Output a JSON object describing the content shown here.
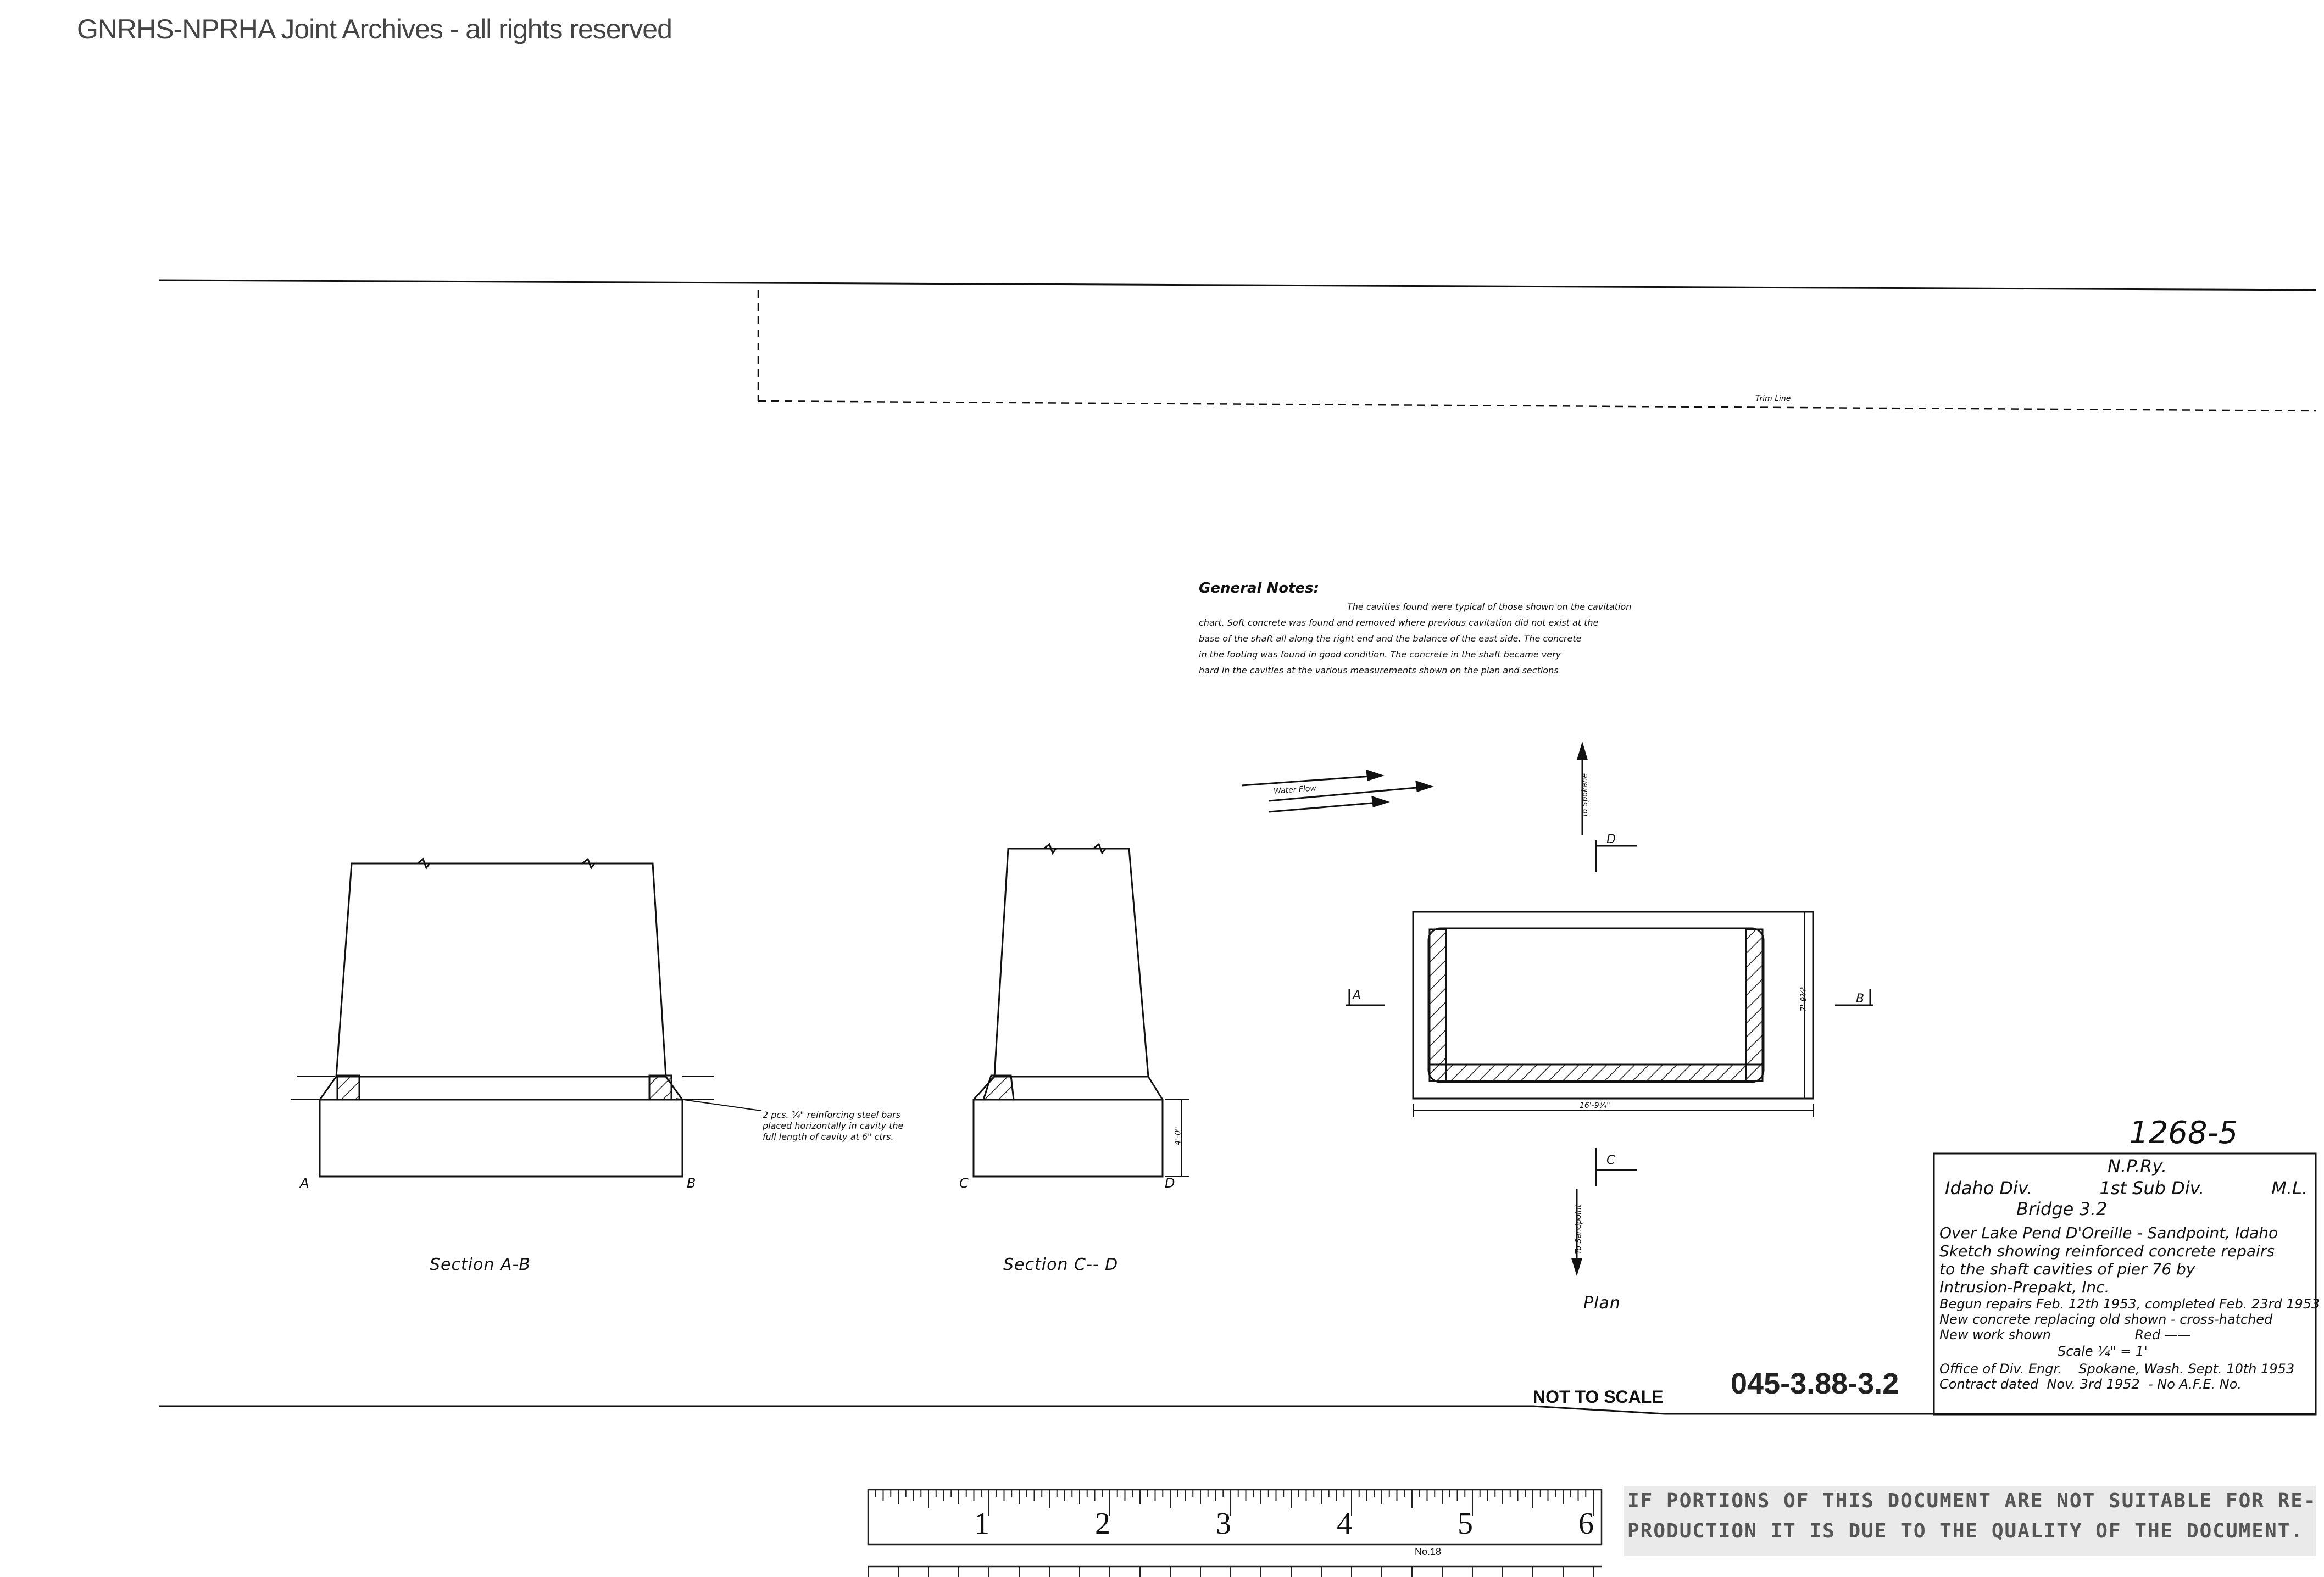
{
  "header": {
    "archive_notice": "GNRHS-NPRHA Joint Archives - all rights reserved"
  },
  "drawing": {
    "trim_line_label": "Trim Line",
    "water_flow_label": "Water Flow",
    "to_spokane_label": "To Spokane",
    "to_sandpoint_label": "To Sandpoint",
    "general_notes": {
      "title": "General Notes:",
      "lines": [
        "The cavities found were typical of those shown on the cavitation",
        "chart. Soft concrete was found and removed where previous cavitation did not exist at the",
        "base of the shaft all along the right end and the balance of the east side. The concrete",
        "in the footing was found in good condition. The concrete in the shaft became very",
        "hard in the cavities at the various measurements shown on the plan and sections"
      ]
    },
    "rebar_note": [
      "2 pcs. ¾\" reinforcing steel bars",
      "placed horizontally in cavity the",
      "full length of cavity at 6\" ctrs."
    ],
    "section_ab": {
      "title": "Section A-B",
      "label_a": "A",
      "label_b": "B"
    },
    "section_cd": {
      "title": "Section C-- D",
      "label_c": "C",
      "label_d": "D"
    },
    "plan": {
      "title": "Plan",
      "label_a": "A",
      "label_b": "B",
      "label_c": "C",
      "label_d": "D",
      "dim_length": "16'-9¾\"",
      "dim_width": "7'-9¾\""
    },
    "footing_dim": "4'-0\"",
    "sheet_number": "1268-5",
    "not_to_scale": "NOT TO SCALE",
    "drawing_number": "045-3.88-3.2"
  },
  "title_block": {
    "railway": "N.P.Ry.",
    "division": "Idaho Div.",
    "subdivision": "1st Sub Div.",
    "line": "M.L.",
    "bridge": "Bridge   3.2",
    "description": [
      "Over Lake Pend D'Oreille - Sandpoint, Idaho",
      "Sketch showing reinforced concrete repairs",
      "to the shaft cavities of pier 76  by",
      "Intrusion-Prepakt, Inc.",
      "Begun repairs Feb. 12th 1953, completed Feb. 23rd 1953",
      "New concrete replacing old shown - cross-hatched",
      "New work shown                    Red ——"
    ],
    "scale": "Scale  ¼\" = 1'",
    "office": "Office of Div. Engr.    Spokane, Wash. Sept. 10th 1953",
    "contract": "Contract dated  Nov. 3rd 1952  - No A.F.E. No."
  },
  "ruler": {
    "numbers": [
      "1",
      "2",
      "3",
      "4",
      "5",
      "6"
    ],
    "model": "No.18"
  },
  "stamp": {
    "line1": "IF PORTIONS OF THIS DOCUMENT ARE NOT SUITABLE FOR RE-",
    "line2": "PRODUCTION IT IS DUE TO THE QUALITY OF THE DOCUMENT."
  }
}
